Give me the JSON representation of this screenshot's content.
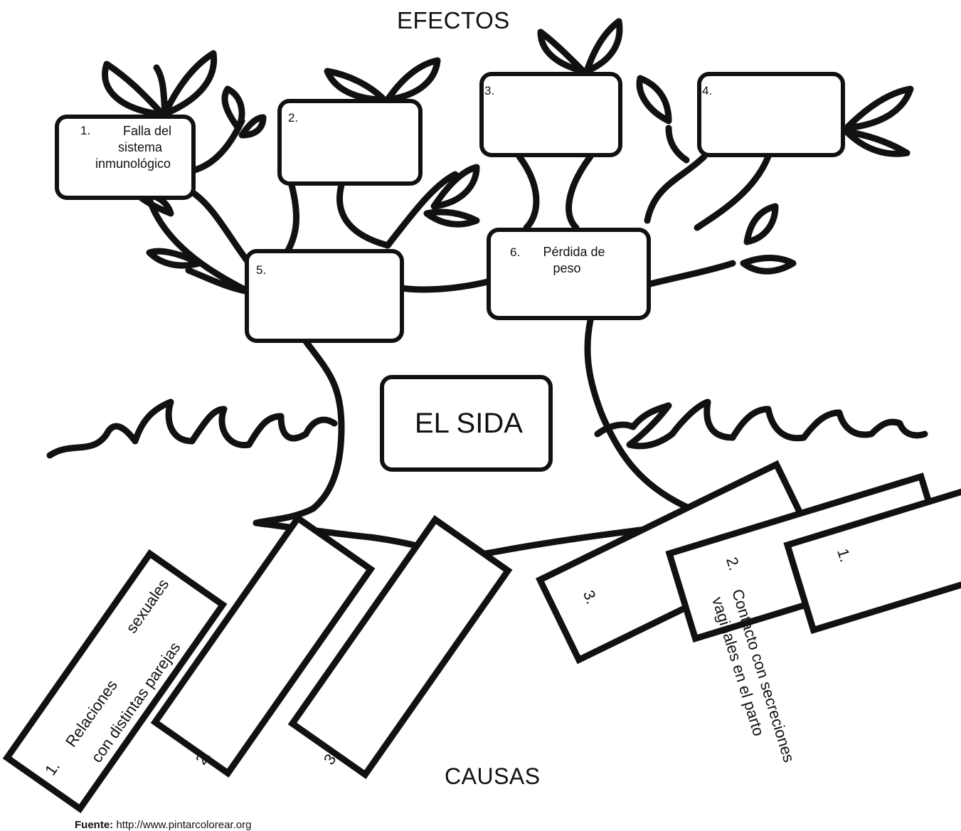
{
  "title_top": "EFECTOS",
  "title_bottom": "CAUSAS",
  "center_label": "EL SIDA",
  "effects": [
    {
      "num": "1.",
      "text_lines": [
        "Falla del",
        "sistema",
        "inmunológico"
      ]
    },
    {
      "num": "2.",
      "text_lines": []
    },
    {
      "num": "3.",
      "text_lines": []
    },
    {
      "num": "4.",
      "text_lines": []
    },
    {
      "num": "5.",
      "text_lines": []
    },
    {
      "num": "6.",
      "text_lines": [
        "Pérdida de",
        "peso"
      ]
    }
  ],
  "causes_left": [
    {
      "num": "1.",
      "line1": "Relaciones",
      "line1b": "sexuales",
      "line2": "con distintas parejas"
    },
    {
      "num": "2."
    },
    {
      "num": "3."
    }
  ],
  "causes_right": [
    {
      "num": "3."
    },
    {
      "num": "2.",
      "line1": "Contacto con secreciones",
      "line2": "vaginales en el parto"
    },
    {
      "num": "1."
    }
  ],
  "source": {
    "label": "Fuente:",
    "url": "http://www.pintarcolorear.org"
  }
}
